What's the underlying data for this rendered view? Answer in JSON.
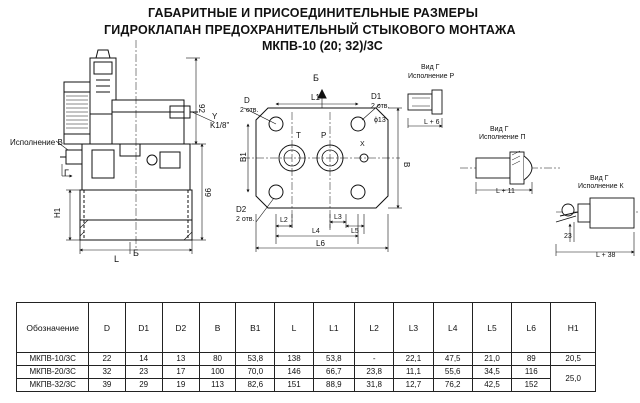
{
  "header": {
    "line1": "ГАБАРИТНЫЕ И ПРИСОЕДИНИТЕЛЬНЫЕ РАЗМЕРЫ",
    "line2": "ГИДРОКЛАПАН ПРЕДОХРАНИТЕЛЬНЫЙ СТЫКОВОГО МОНТАЖА",
    "line3": "МКПВ-10 (20; 32)/3С"
  },
  "drawing": {
    "side": {
      "dim_92": "92",
      "dim_y": "Y",
      "dim_k18": "K1/8\"",
      "dim_99": "99",
      "dim_h1": "H1",
      "dim_l": "L",
      "section_g": "Г",
      "section_b": "Б",
      "variant_v": "Исполнение В"
    },
    "plan": {
      "view_b": "Б",
      "dim_d": "D",
      "dim_2otv_top": "2 отв.",
      "dim_l1": "L1",
      "dim_d1": "D1",
      "dim_2otv_right": "2 отв.",
      "dim_phi13": "ϕ13",
      "port_t": "T",
      "port_p": "P",
      "port_x": "X",
      "dim_b1": "B1",
      "dim_b": "B",
      "dim_d2": "D2",
      "dim_2otv_bottom": "2 отв.",
      "dim_l2": "L2",
      "dim_l3": "L3",
      "dim_l4": "L4",
      "dim_l5": "L5",
      "dim_l6": "L6"
    },
    "views": {
      "vid_g_p": "Вид Г",
      "isp_p": "Исполнение Р",
      "l_plus_6": "L + 6",
      "vid_g_pp": "Вид Г",
      "isp_pp": "Исполнение П",
      "l_plus_11": "L + 11",
      "vid_g_k": "Вид Г",
      "isp_k": "Исполнение К",
      "dim_23": "23",
      "l_plus_38": "L + 38"
    }
  },
  "table": {
    "headers": [
      "Обозначение",
      "D",
      "D1",
      "D2",
      "B",
      "B1",
      "L",
      "L1",
      "L2",
      "L3",
      "L4",
      "L5",
      "L6",
      "H1"
    ],
    "rows": [
      [
        "МКПВ-10/3С",
        "22",
        "14",
        "13",
        "80",
        "53,8",
        "138",
        "53,8",
        "-",
        "22,1",
        "47,5",
        "21,0",
        "89",
        "20,5"
      ],
      [
        "МКПВ-20/3С",
        "32",
        "23",
        "17",
        "100",
        "70,0",
        "146",
        "66,7",
        "23,8",
        "11,1",
        "55,6",
        "34,5",
        "116"
      ],
      [
        "МКПВ-32/3С",
        "39",
        "29",
        "19",
        "113",
        "82,6",
        "151",
        "88,9",
        "31,8",
        "12,7",
        "76,2",
        "42,5",
        "152"
      ]
    ],
    "h1_merged": "25,0"
  }
}
